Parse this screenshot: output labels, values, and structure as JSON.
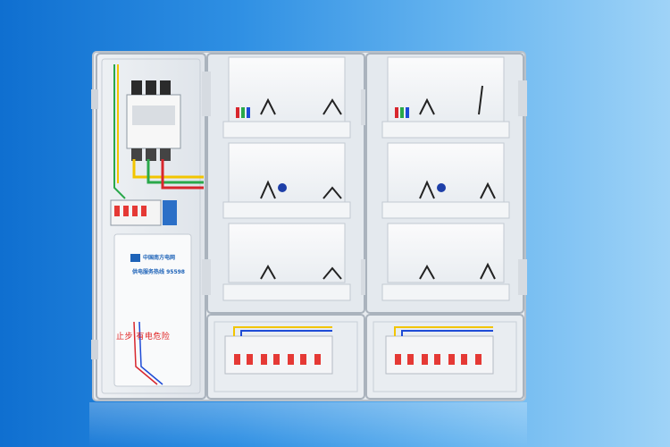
{
  "photo": {
    "subject": "metering-distribution-cabinet",
    "colors": {
      "background_left": "#0f6fd0",
      "background_right": "#9fd3f7",
      "enclosure": "#f2f4f6",
      "breaker_red": "#e53935",
      "wire_yellow": "#f2c500",
      "wire_green": "#2aa84a",
      "wire_blue": "#1e4bd6",
      "wire_red": "#d8262d"
    }
  },
  "labels": {
    "logo": "中国南方电网",
    "hotline": "供电服务热线 95598",
    "warning": "止步 有电危险"
  },
  "icons": {
    "logo": "power-grid-logo-icon"
  }
}
